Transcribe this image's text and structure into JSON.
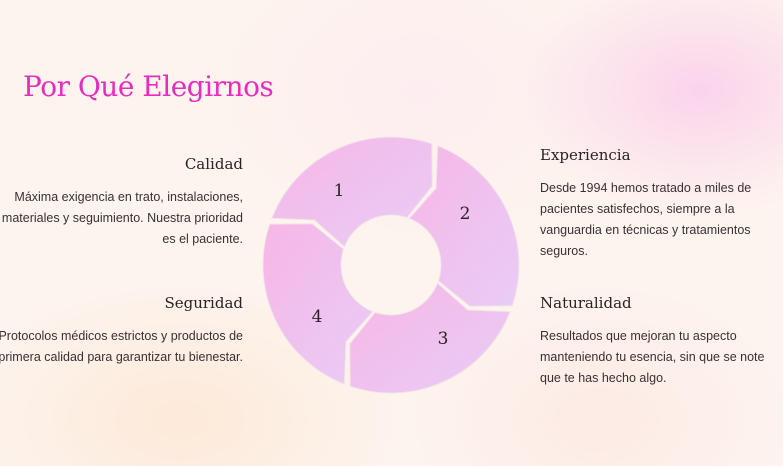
{
  "title": "Por Qué Elegirnos",
  "cycle": {
    "steps": [
      {
        "number": "1",
        "heading": "Calidad",
        "text": "Máxima exigencia en trato, instalaciones, materiales y seguimiento. Nuestra prioridad es el paciente."
      },
      {
        "number": "2",
        "heading": "Experiencia",
        "text": "Desde 1994 hemos tratado a miles de pacientes satisfechos, siempre a la vanguardia en técnicas y tratamientos seguros."
      },
      {
        "number": "3",
        "heading": "Naturalidad",
        "text": "Resultados que mejoran tu aspecto manteniendo tu esencia, sin que se note que te has hecho algo."
      },
      {
        "number": "4",
        "heading": "Seguridad",
        "text": "Protocolos médicos estrictos y productos de primera calidad para garantizar tu bienestar."
      }
    ]
  },
  "colors": {
    "title": "#e62dbf",
    "segment_a": "#f7b6e6",
    "segment_b": "#e8cdf6",
    "background": "#fdf4ee"
  }
}
